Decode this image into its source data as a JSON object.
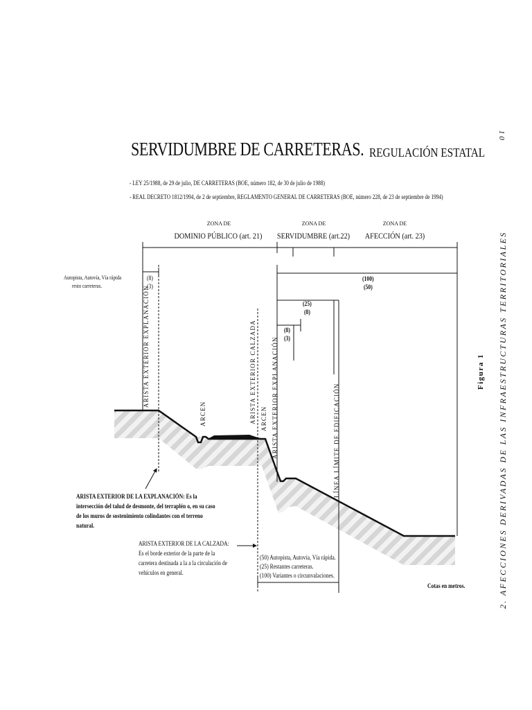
{
  "page_number": "10",
  "side_title": "2. AFECCIONES DERIVADAS DE LAS INFRAESTRUCTURAS TERRITORIALES",
  "figure_label": "Figura 1",
  "title": "SERVIDUMBRE DE CARRETERAS.",
  "subtitle": "REGULACIÓN ESTATAL",
  "legal": [
    "- LEY 25/1988, de 29 de julio, DE CARRETERAS (BOE, número 182, de 30 de julio de 1988)",
    "- REAL DECRETO 1812/1994, de 2 de septiembre, REGLAMENTO GENERAL DE CARRETERAS (BOE, número 228, de 23 de septiembre de 1994)"
  ],
  "zones": [
    {
      "label": "ZONA DE",
      "name": "DOMINIO PÚBLICO (art. 21)"
    },
    {
      "label": "ZONA DE",
      "name": "SERVIDUMBRE (art.22)"
    },
    {
      "label": "ZONA DE",
      "name": "AFECCIÓN (art. 23)"
    }
  ],
  "road_types": [
    "Autopista, Autovía, Vía rápida",
    "resto carreteras."
  ],
  "dims": {
    "dp_a": "(8)",
    "dp_b": "(3)",
    "af_a": "(100)",
    "af_b": "(50)",
    "sv_a": "(25)",
    "sv_b": "(8)",
    "dp2_a": "(8)",
    "dp2_b": "(3)"
  },
  "vertical_labels": {
    "arista_expl_left": "ARISTA EXTERIOR EXPLANACIÓN",
    "arcen_left": "ARCEN",
    "arista_calzada": "ARISTA EXTERIOR CALZADA",
    "arcen_right": "ARCEN",
    "arista_expl_right": "ARISTA EXTERIOR EXPLANACIÓN",
    "linea_limite": "LÍNEA LÍMITE DE EDIFICACIÓN"
  },
  "note_explanacion": {
    "heading": "ARISTA EXTERIOR DE LA EXPLANACIÓN:",
    "body": "Es la intersección del talud de desmonte, del terraplén o, en su caso de los muros de sostenimiento colindantes con el terreno natural."
  },
  "note_calzada": {
    "heading": "ARISTA EXTERIOR DE LA CALZADA:",
    "body": "Es el borde exterior de la parte de la carretera destinada a la a la circulación de vehículos en general."
  },
  "legend": [
    "(50) Autopista, Autovía, Vía rápida.",
    "(25) Restantes carreteras.",
    "(100) Variantes o circunvalaciones."
  ],
  "units_note": "Cotas en metros.",
  "colors": {
    "ink": "#111111",
    "hatch": "#d9d9d9",
    "road": "#111111"
  }
}
